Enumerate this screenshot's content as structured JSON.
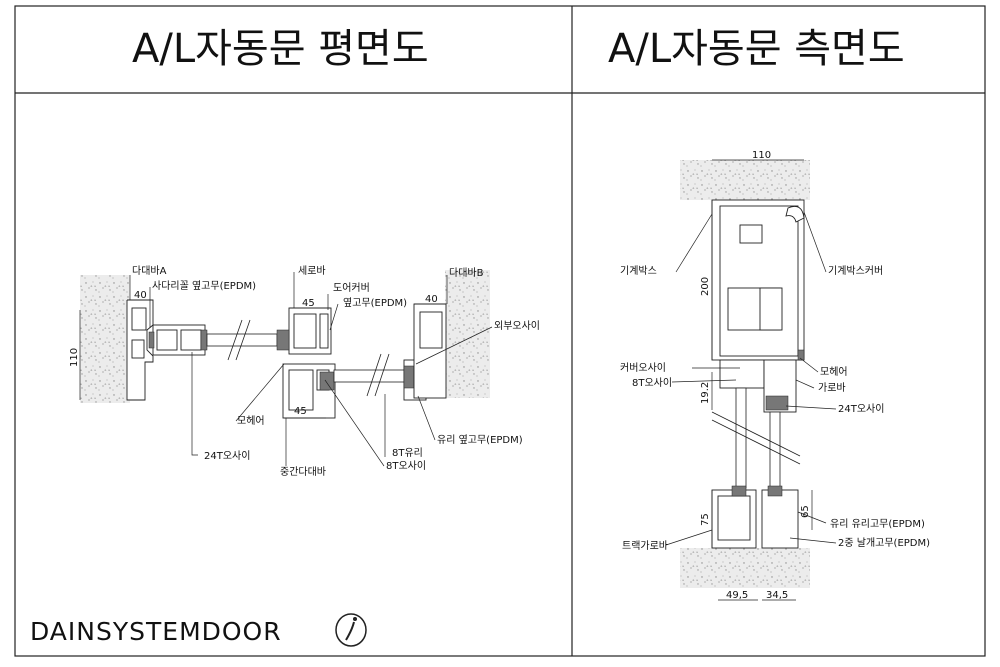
{
  "titles": {
    "plan": "A/L자동문 평면도",
    "side": "A/L자동문 측면도"
  },
  "brand": "DAINSYSTEMDOOR",
  "plan": {
    "labels": {
      "dadaebar_a": "다대바A",
      "ladder_gasket": "사다리꼴 옆고무(EPDM)",
      "serobar": "세로바",
      "door_cover": "도어커버",
      "side_gasket": "옆고무(EPDM)",
      "dadaebar_b": "다대바B",
      "outer_shim": "외부오사이",
      "mohair": "모헤어",
      "glass_8t": "8T유리",
      "glass_side_gasket": "유리 옆고무(EPDM)",
      "shim_24t": "24T오사이",
      "middle_dadaebar": "중간다대바",
      "shim_8t": "8T오사이"
    },
    "dims": {
      "d40a": "40",
      "d45a": "45",
      "d40b": "40",
      "d45b": "45",
      "d110": "110"
    }
  },
  "side": {
    "labels": {
      "machine_box": "기계박스",
      "machine_box_cover": "기계박스커버",
      "cover_shim": "커버오사이",
      "shim_8t": "8T오사이",
      "mohair": "모헤어",
      "garobar": "가로바",
      "shim_24t": "24T오사이",
      "glass_gasket": "유리 유리고무(EPDM)",
      "track_garobar": "트랙가로바",
      "double_wing_gasket": "2중 날개고무(EPDM)"
    },
    "dims": {
      "d110": "110",
      "d200": "200",
      "d19_2": "19.2",
      "d75": "75",
      "d65": "65",
      "d49_5": "49,5",
      "d34_5": "34,5"
    }
  },
  "colors": {
    "line": "#222222",
    "concrete_fill": "#e9e9e9"
  }
}
